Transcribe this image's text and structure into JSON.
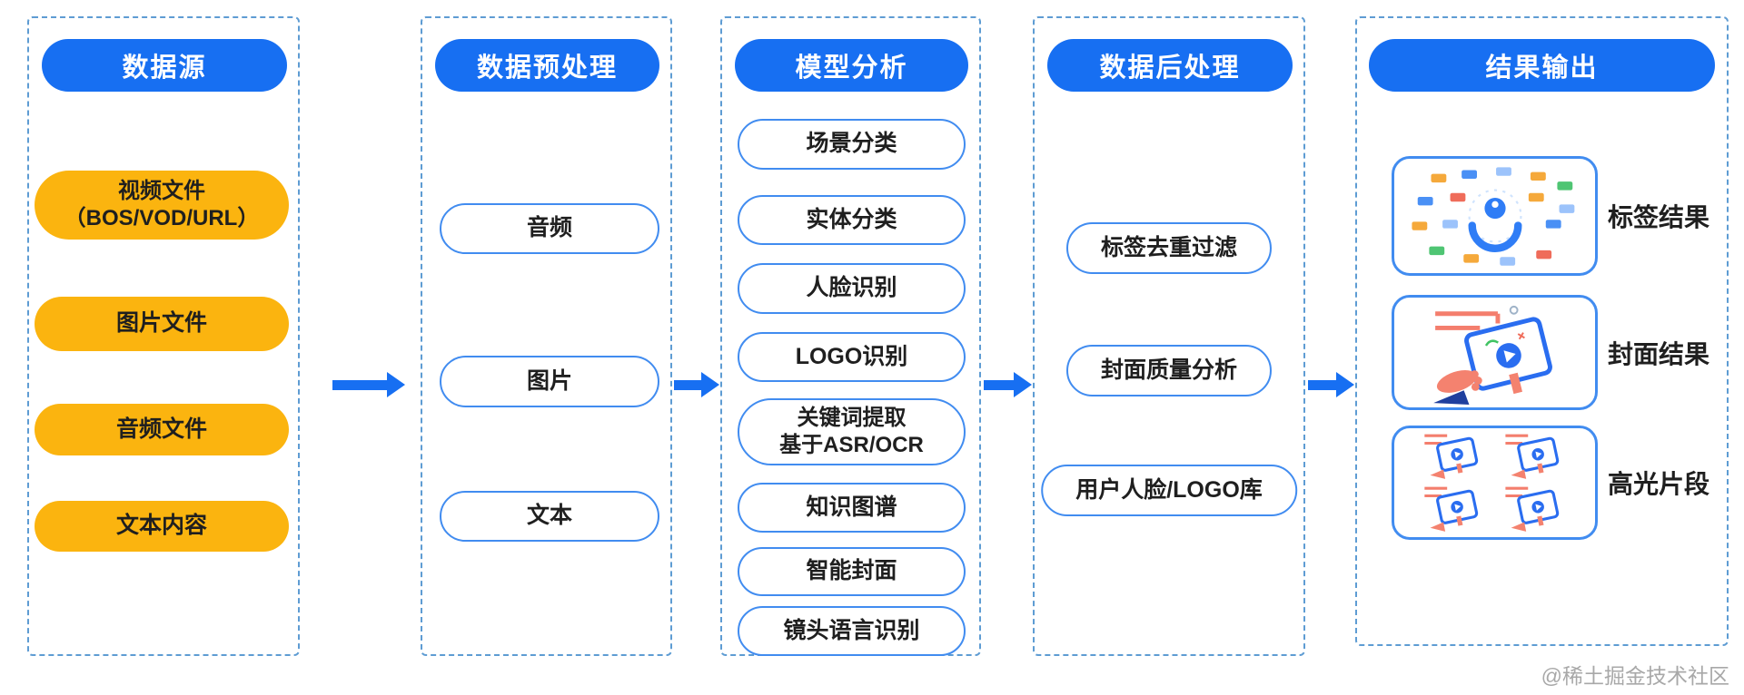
{
  "colors": {
    "primary_blue": "#176ff2",
    "accent_yellow": "#fbb40f",
    "box_dash_border": "#5e9cd3",
    "pill_border": "#418cf0",
    "text_dark": "#1f1f1f",
    "watermark_gray": "#a8a8a8"
  },
  "columns": [
    {
      "title": "数据源",
      "items": [
        {
          "label": "视频文件\n（BOS/VOD/URL）"
        },
        {
          "label": "图片文件"
        },
        {
          "label": "音频文件"
        },
        {
          "label": "文本内容"
        }
      ]
    },
    {
      "title": "数据预处理",
      "items": [
        {
          "label": "音频"
        },
        {
          "label": "图片"
        },
        {
          "label": "文本"
        }
      ]
    },
    {
      "title": "模型分析",
      "items": [
        {
          "label": "场景分类"
        },
        {
          "label": "实体分类"
        },
        {
          "label": "人脸识别"
        },
        {
          "label": "LOGO识别"
        },
        {
          "label": "关键词提取\n基于ASR/OCR"
        },
        {
          "label": "知识图谱"
        },
        {
          "label": "智能封面"
        },
        {
          "label": "镜头语言识别"
        }
      ]
    },
    {
      "title": "数据后处理",
      "items": [
        {
          "label": "标签去重过滤"
        },
        {
          "label": "封面质量分析"
        },
        {
          "label": "用户人脸/LOGO库"
        }
      ]
    },
    {
      "title": "结果输出",
      "outputs": [
        {
          "label": "标签结果",
          "icon": "tag-cloud-illustration"
        },
        {
          "label": "封面结果",
          "icon": "cover-result-illustration"
        },
        {
          "label": "高光片段",
          "icon": "highlight-clips-illustration"
        }
      ]
    }
  ],
  "watermark": "@稀土掘金技术社区"
}
